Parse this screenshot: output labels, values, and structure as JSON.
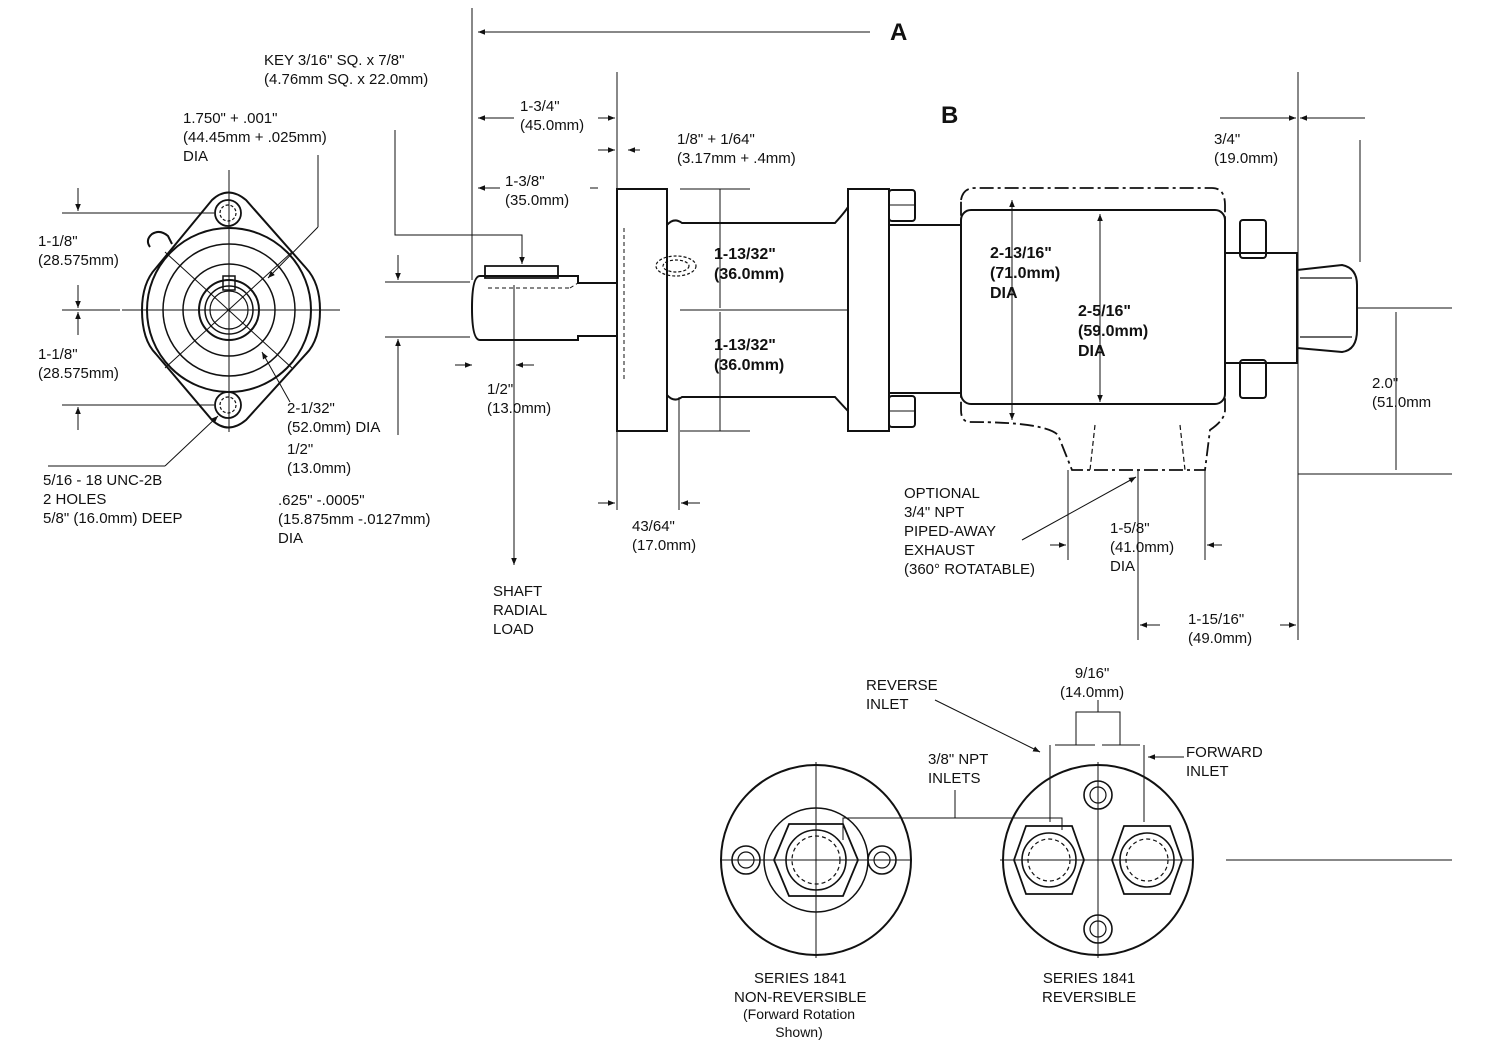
{
  "labels": {
    "dim_a": "A",
    "dim_b": "B",
    "key": "KEY 3/16\" SQ. x 7/8\"\n(4.76mm SQ. x 22.0mm)",
    "pilot_dia": "1.750\" + .001\"\n(44.45mm + .025mm)\nDIA",
    "bolt_top": "1-1/8\"\n(28.575mm)",
    "bolt_bottom": "1-1/8\"\n(28.575mm)",
    "flange_dia": "2-1/32\"\n(52.0mm) DIA",
    "key_offset": "1/2\"\n(13.0mm)",
    "tapped_holes": "5/16 - 18 UNC-2B\n2 HOLES\n5/8\" (16.0mm) DEEP",
    "shaft_dia": ".625\" -.0005\"\n(15.875mm -.0127mm)\nDIA",
    "shaft_length": "1-3/4\"\n(45.0mm)",
    "key_length": "1-3/8\"\n(35.0mm)",
    "pilot_depth": "1/8\" + 1/64\"\n(3.17mm + .4mm)",
    "load_point": "1/2\"\n(13.0mm)",
    "shaft_radial_load": "SHAFT\nRADIAL\nLOAD",
    "flange_thick": "43/64\"\n(17.0mm)",
    "half_height_top": "1-13/32\"\n(36.0mm)",
    "half_height_bottom": "1-13/32\"\n(36.0mm)",
    "housing_dia": "2-13/16\"\n(71.0mm)\nDIA",
    "body_dia": "2-5/16\"\n(59.0mm)\nDIA",
    "fitting_length": "3/4\"\n(19.0mm)",
    "height_2": "2.0\"\n(51.0mm",
    "exhaust": "OPTIONAL\n3/4\" NPT\nPIPED-AWAY\nEXHAUST\n(360° ROTATABLE)",
    "exhaust_dia": "1-5/8\"\n(41.0mm)\nDIA",
    "exhaust_offset": "1-15/16\"\n(49.0mm)",
    "reverse_inlet": "REVERSE\nINLET",
    "inlet_spacing": "9/16\"\n(14.0mm)",
    "forward_inlet": "FORWARD\nINLET",
    "npt_inlets": "3/8\" NPT\nINLETS",
    "series_nonrev": "SERIES 1841\nNON-REVERSIBLE",
    "forward_shown": "(Forward Rotation\nShown)",
    "series_rev": "SERIES 1841\nREVERSIBLE"
  }
}
